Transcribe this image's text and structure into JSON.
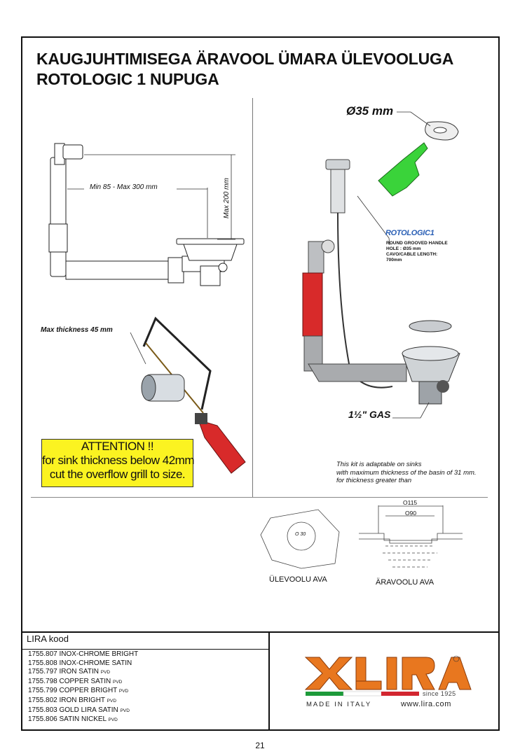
{
  "title": {
    "line1": "KAUGJUHTIMISEGA ÄRAVOOL ÜMARA ÜLEVOOLUGA",
    "line2": "ROTOLOGIC 1 NUPUGA"
  },
  "left_drawing": {
    "min_max_label": "Min 85 - Max 300 mm",
    "max_height_label": "Max 200 mm",
    "max_thickness_label": "Max thickness 45 mm"
  },
  "attention": {
    "line1": "ATTENTION !!",
    "line2": "for sink thickness below 42mm",
    "line3": "cut the overflow grill to size."
  },
  "right_drawing": {
    "diameter_label": "Ø35 mm",
    "brand_badge": "ROTOLOGIC1",
    "spec_line1": "ROUND GROOVED HANDLE",
    "spec_line2": "HOLE :  Ø35 mm",
    "spec_line3": "CAVO/CABLE LENGTH:",
    "spec_line4": "700mm",
    "gas_label": "1½\" GAS"
  },
  "note": {
    "line1": "This kit is adaptable on sinks",
    "line2": "with maximum thickness of the basin of 31 mm.",
    "line3": "for thickness greater than"
  },
  "holes": {
    "overflow_dim": "O 30",
    "overflow_caption": "ÜLEVOOLU AVA",
    "drain_outer_dim": "O115",
    "drain_inner_dim": "O90",
    "drain_caption": "ÄRAVOOLU AVA"
  },
  "codes": {
    "heading": "LIRA kood",
    "items": [
      {
        "code": "1755.807 INOX-CHROME BRIGHT",
        "suffix": ""
      },
      {
        "code": "1755.808 INOX-CHROME SATIN",
        "suffix": ""
      },
      {
        "code": "1755.797 IRON SATIN ",
        "suffix": "PVD"
      },
      {
        "code": "1755.798 COPPER SATIN ",
        "suffix": "PVD"
      },
      {
        "code": "1755.799 COPPER BRIGHT ",
        "suffix": "PVD"
      },
      {
        "code": "1755.802 IRON BRIGHT ",
        "suffix": "PVD"
      },
      {
        "code": "1755.803 GOLD LIRA SATIN ",
        "suffix": "PVD"
      },
      {
        "code": "1755.806 SATIN NICKEL ",
        "suffix": "PVD"
      }
    ]
  },
  "logo": {
    "brand": "LIRA",
    "since": "since 1925",
    "made_in": "MADE IN ITALY",
    "website": "www.lira.com",
    "brand_color": "#e8771f"
  },
  "page_number": "21"
}
